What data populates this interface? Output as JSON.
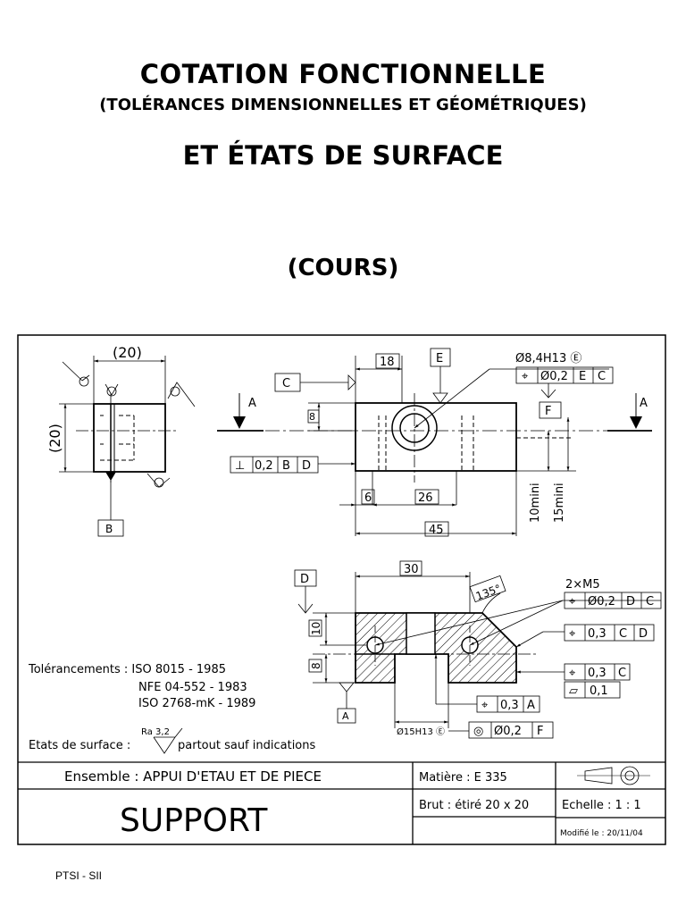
{
  "header": {
    "title_line1": "COTATION FONCTIONNELLE",
    "title_line2": "(TOLÉRANCES DIMENSIONNELLES ET GÉOMÉTRIQUES)",
    "title_line3": "ET ÉTATS DE SURFACE",
    "subtitle": "(COURS)"
  },
  "drawing": {
    "dims": {
      "d20_top": "(20)",
      "d20_side": "(20)",
      "d18": "18",
      "d6": "6",
      "d26": "26",
      "d45": "45",
      "d10mini": "10mini",
      "d15mini": "15mini",
      "d8": "8",
      "d30": "30",
      "d10": "10",
      "d8b": "8",
      "angle": "135°",
      "bore": "Ø15H13 Ⓔ"
    },
    "datums": {
      "A": "A",
      "B": "B",
      "C": "C",
      "D": "D",
      "E": "E",
      "F": "F",
      "section_A": "A"
    },
    "hole_spec": "Ø8,4H13 Ⓔ",
    "thread_spec": "2×M5",
    "frames": {
      "pos_top": [
        "⌖",
        "Ø0,2",
        "E",
        "C"
      ],
      "perp": [
        "⊥",
        "0,2",
        "B",
        "D"
      ],
      "pos_m5": [
        "⌖",
        "Ø0,2",
        "D",
        "C"
      ],
      "pos_03cd": [
        "⌖",
        "0,3",
        "C",
        "D"
      ],
      "pos_03c": [
        "⌖",
        "0,3",
        "C"
      ],
      "flat": [
        "▱",
        "0,1"
      ],
      "pos_03a": [
        "⌖",
        "0,3",
        "A"
      ],
      "conc": [
        "◎",
        "Ø0,2",
        "F"
      ]
    },
    "notes": {
      "tol_label": "Tolérancements : ISO 8015 - 1985",
      "tol_2": "NFE 04-552 - 1983",
      "tol_3": "ISO 2768-mK - 1989",
      "ra": "Ra 3,2",
      "surface_label": "Etats de surface :",
      "surface_rest": "partout sauf indications"
    },
    "cartouche": {
      "ensemble": "Ensemble : APPUI D'ETAU ET DE PIECE",
      "name": "SUPPORT",
      "matiere": "Matière : E 335",
      "brut": "Brut : étiré 20 x 20",
      "echelle": "Echelle : 1 : 1",
      "modifie": "Modifié le : 20/11/04"
    }
  },
  "footer": "PTSI - SII"
}
